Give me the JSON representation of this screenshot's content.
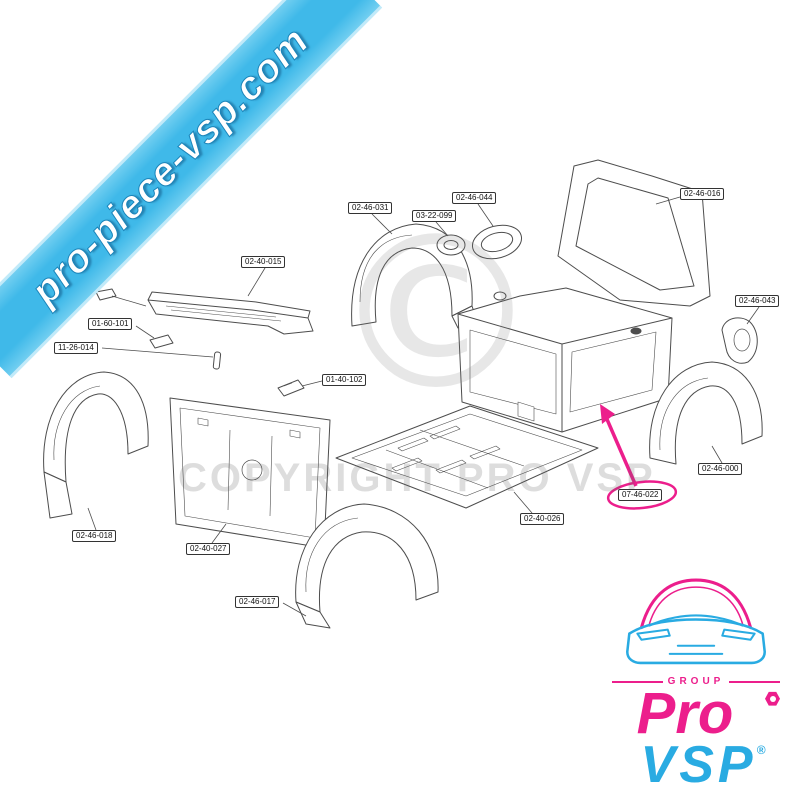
{
  "banner": {
    "text": "pro-piece-vsp.com"
  },
  "watermark": {
    "symbol": "©",
    "text": "COPYRIGHT PRO VSP"
  },
  "diagram": {
    "labels": [
      {
        "id": "02-40-015"
      },
      {
        "id": "02-46-031"
      },
      {
        "id": "03-22-099"
      },
      {
        "id": "02-46-044"
      },
      {
        "id": "02-46-016"
      },
      {
        "id": "02-46-043"
      },
      {
        "id": "01-60-101"
      },
      {
        "id": "11-26-014"
      },
      {
        "id": "01-40-102"
      },
      {
        "id": "02-46-018"
      },
      {
        "id": "02-40-027"
      },
      {
        "id": "02-46-017"
      },
      {
        "id": "02-40-026"
      },
      {
        "id": "02-46-000"
      },
      {
        "id": "07-46-022"
      }
    ],
    "highlight": {
      "label_id": "07-46-022",
      "color": "#ec1e8c"
    }
  },
  "logo": {
    "group_label": "GROUP",
    "brand_pro": "Pro",
    "brand_vsp": "VSP",
    "registered_mark": "®",
    "pro_color": "#ec1e8c",
    "vsp_color": "#29abe2"
  }
}
